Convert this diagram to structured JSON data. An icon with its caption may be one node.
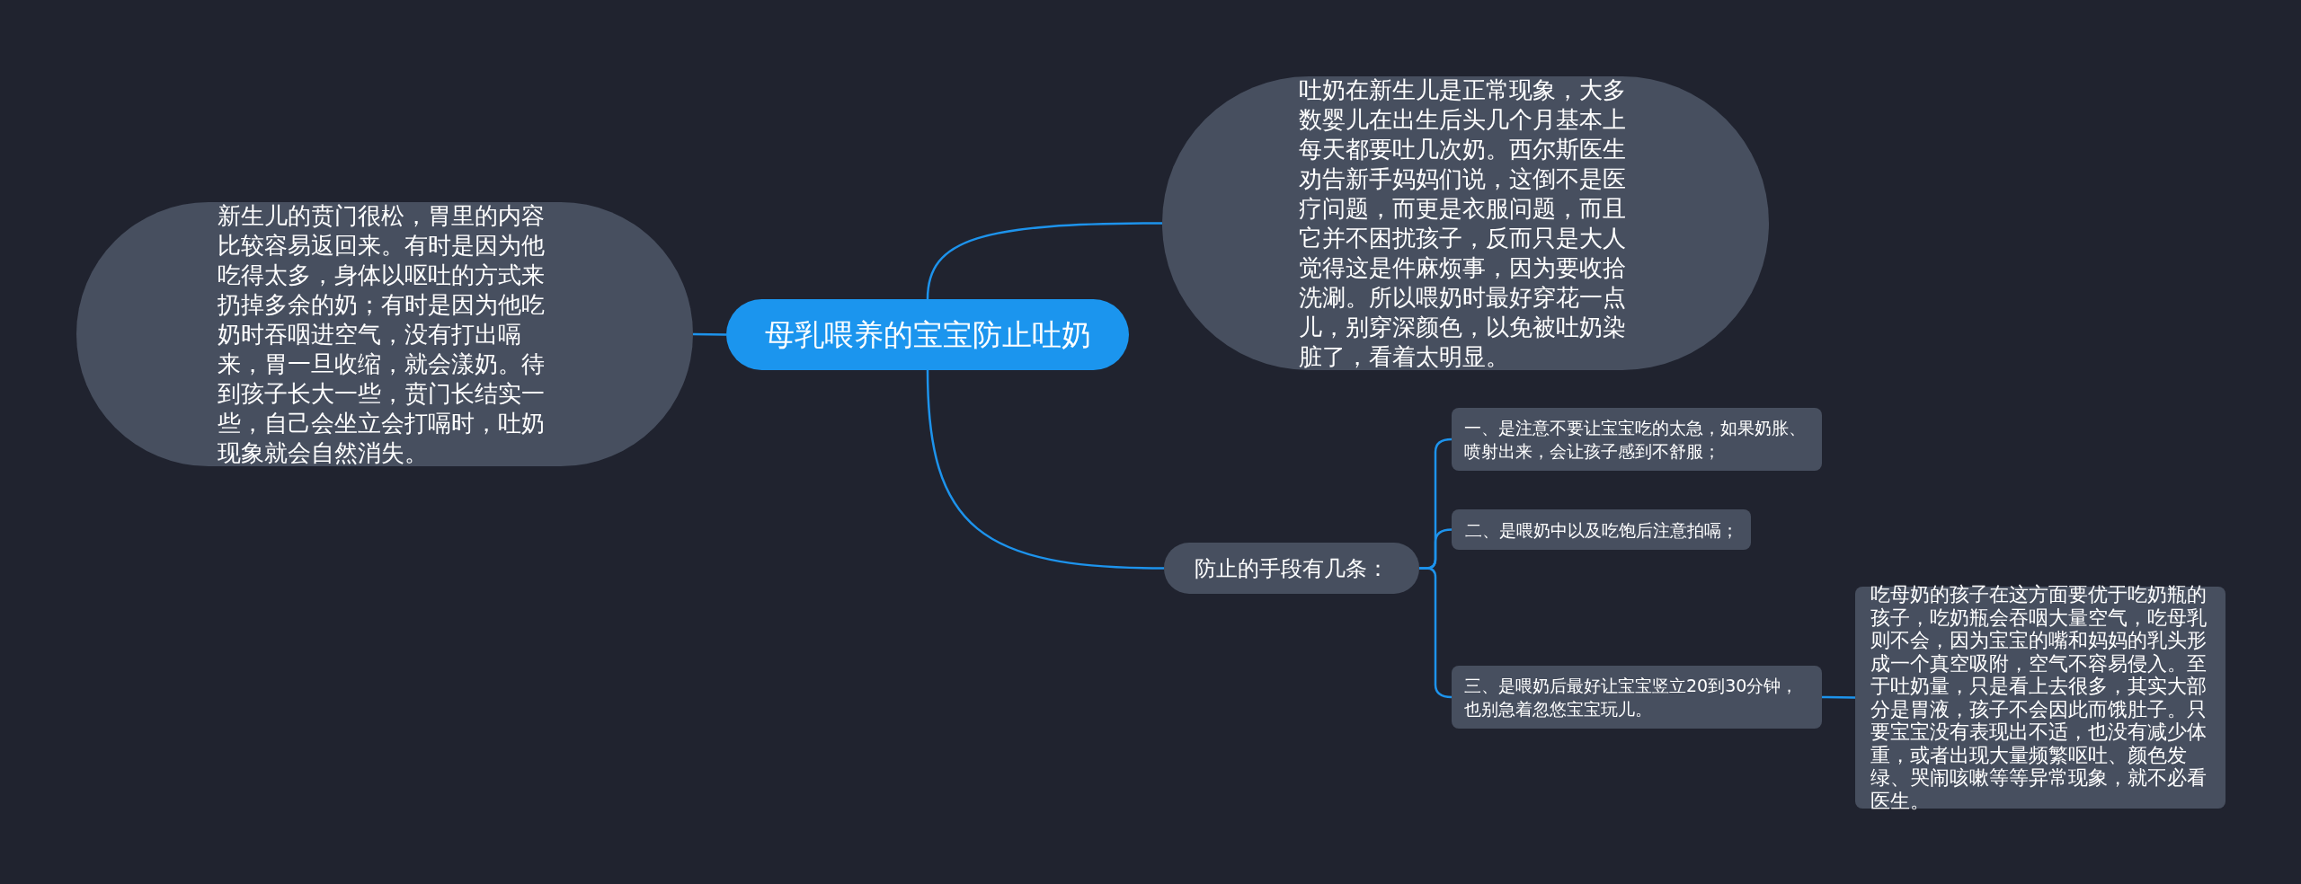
{
  "diagram": {
    "nodes": [
      {
        "text": [
          "母乳喂养的宝宝防止吐奶"
        ]
      },
      {
        "text": [
          "新生儿的贲门很松，胃里的内容比较容易返回来。有时是因为他吃得太多，身体以呕吐的方式来扔掉多余的奶；有时是因为他吃奶时吞咽进空气，没有打出嗝来，胃一旦收缩，就会漾奶。待到孩子长大一些，贲门长结实一些，自己会坐立会打嗝时，吐奶现象就会自然消失。"
        ]
      },
      {
        "text": [
          "吐奶在新生儿是正常现象，大多数婴儿在出生后头几个月基本上每天都要吐几次奶。西尔斯医生劝告新手妈妈们说，这倒不是医疗问题，而更是衣服问题，而且它并不困扰孩子，反而只是大人觉得这是件麻烦事，因为要收拾洗涮。所以喂奶时最好穿花一点儿，别穿深颜色，以免被吐奶染脏了，看着太明显。"
        ]
      },
      {
        "text": [
          "防止的手段有几条："
        ]
      },
      {
        "text": [
          "一、是注意不要让宝宝吃的太急，如果奶胀、喷射出来，会让孩子感到不舒服；"
        ]
      },
      {
        "text": [
          "二、是喂奶中以及吃饱后注意拍嗝；"
        ]
      },
      {
        "text": [
          "三、是喂奶后最好让宝宝竖立20到30分钟，也别急着忽悠宝宝玩儿。"
        ]
      },
      {
        "text": [
          "吃母奶的孩子在这方面要优于吃奶瓶的孩子，吃奶瓶会吞咽大量空气，吃母乳则不会，因为宝宝的嘴和妈妈的乳头形成一个真空吸附，空气不容易侵入。至于吐奶量，只是看上去很多，其实大部分是胃液，孩子不会因此而饿肚子。只要宝宝没有表现出不适，也没有减少体重，或者出现大量频繁呕吐、颜色发绿、哭闹咳嗽等等异常现象，就不必看医生。"
        ]
      }
    ],
    "edges": [
      {
        "from": 0,
        "to": 1,
        "arrow": "none"
      },
      {
        "from": 0,
        "to": 2,
        "arrow": "none"
      },
      {
        "from": 0,
        "to": 3,
        "arrow": "none"
      },
      {
        "from": 3,
        "to": 4,
        "arrow": "none"
      },
      {
        "from": 3,
        "to": 5,
        "arrow": "none"
      },
      {
        "from": 3,
        "to": 6,
        "arrow": "none"
      },
      {
        "from": 6,
        "to": 7,
        "arrow": "none"
      }
    ]
  }
}
